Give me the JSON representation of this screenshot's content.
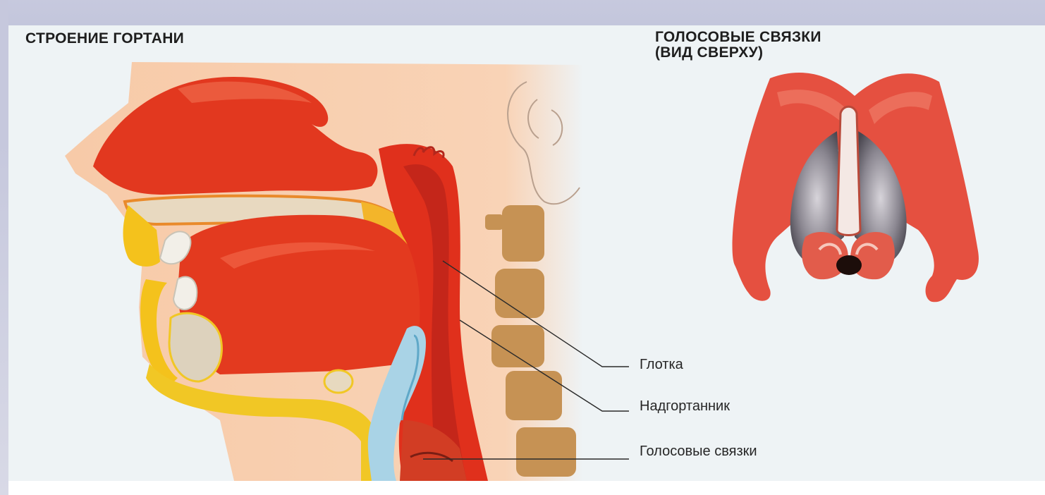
{
  "figure": {
    "title_left": "СТРОЕНИЕ ГОРТАНИ",
    "title_right_line1": "ГОЛОСОВЫЕ СВЯЗКИ",
    "title_right_line2": "(ВИД СВЕРХУ)"
  },
  "labels": {
    "pharynx": "Глотка",
    "epiglottis": "Надгортанник",
    "vocal_cords": "Голосовые связки"
  },
  "colors": {
    "tissue_red": "#e8311f",
    "skin": "#f6c9aa",
    "bone": "#c38f55",
    "cartilage_yellow": "#f2c21c",
    "airway_blue": "#a9d3e6",
    "fold_gray": "#6e6b73"
  }
}
